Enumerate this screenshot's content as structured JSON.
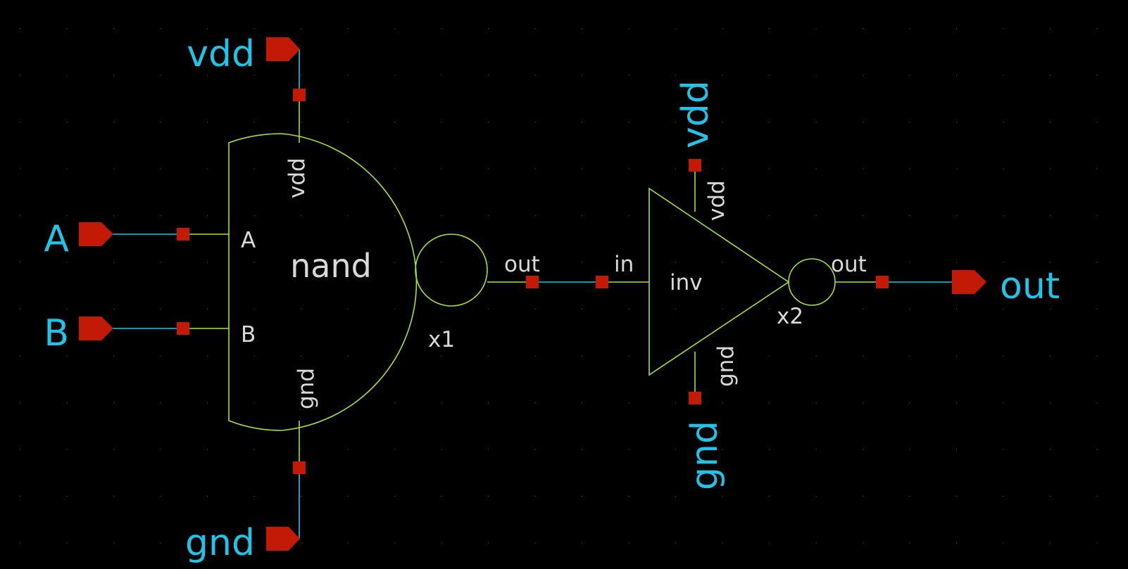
{
  "colors": {
    "background": "#000000",
    "wire": "#1fc4e6",
    "symbol_outline": "#a6e22e",
    "port_fill": "#c21a07",
    "symbol_text": "#d9d9d9"
  },
  "ports": {
    "vdd_top": "vdd",
    "gnd_bottom": "gnd",
    "in_a": "A",
    "in_b": "B",
    "inv_vdd": "vdd",
    "inv_gnd": "gnd",
    "out": "out"
  },
  "nand": {
    "name": "nand",
    "instance": "x1",
    "pins": {
      "vdd": "vdd",
      "gnd": "gnd",
      "a": "A",
      "b": "B",
      "out": "out"
    }
  },
  "inv": {
    "name": "inv",
    "instance": "x2",
    "pins": {
      "vdd": "vdd",
      "gnd": "gnd",
      "in": "in",
      "out": "out"
    }
  }
}
